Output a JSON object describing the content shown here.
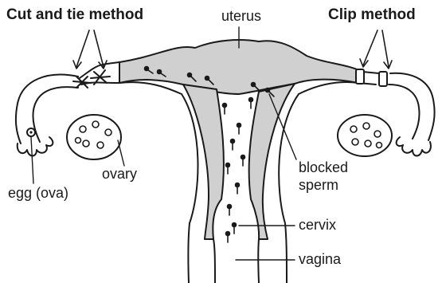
{
  "labels": {
    "cut_and_tie": "Cut and tie method",
    "clip": "Clip method",
    "uterus": "uterus",
    "ovary": "ovary",
    "egg": "egg (ova)",
    "blocked_line1": "blocked",
    "blocked_line2": "sperm",
    "cervix": "cervix",
    "vagina": "vagina"
  },
  "colors": {
    "tissue": "#d0d0d0",
    "outline": "#1a1a1a",
    "background": "#ffffff"
  }
}
